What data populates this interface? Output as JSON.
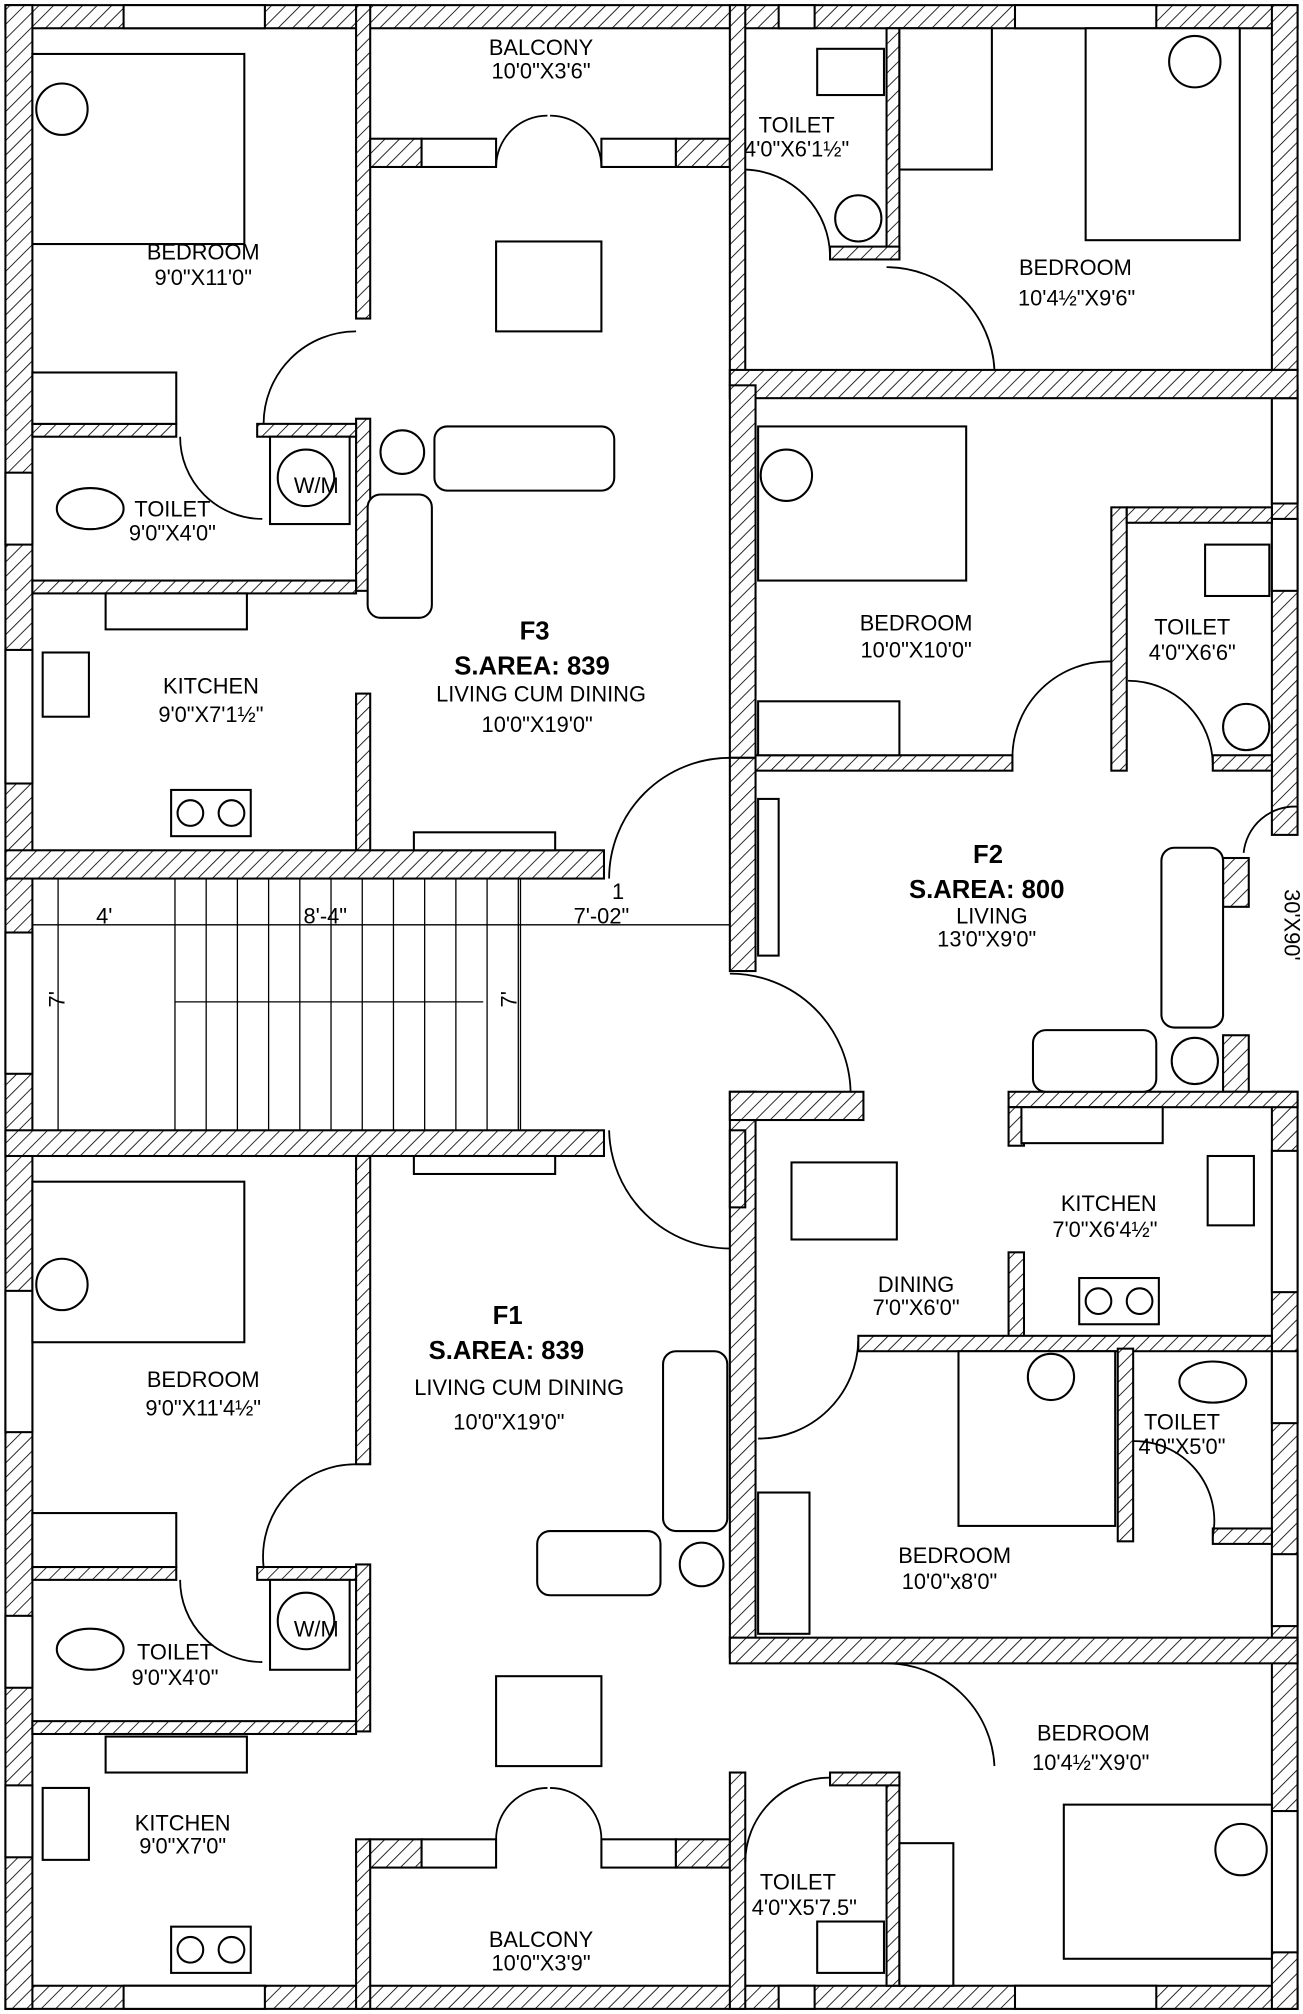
{
  "plot_size": "30'X90'",
  "flats": {
    "f3": {
      "name": "F3",
      "area": "S.AREA: 839",
      "living": {
        "label": "LIVING CUM DINING",
        "size": "10'0\"X19'0\""
      },
      "balcony": {
        "label": "BALCONY",
        "size": "10'0\"X3'6\""
      },
      "bedroom": {
        "label": "BEDROOM",
        "size": "9'0\"X11'0\""
      },
      "toilet": {
        "label": "TOILET",
        "size": "9'0\"X4'0\""
      },
      "kitchen": {
        "label": "KITCHEN",
        "size": "9'0\"X7'1½\""
      },
      "bedroom2": {
        "label": "BEDROOM",
        "size": "10'4½\"X9'6\""
      },
      "toilet2": {
        "label": "TOILET",
        "size": "4'0\"X6'1½\""
      },
      "washer": "W/M"
    },
    "f2": {
      "name": "F2",
      "area": "S.AREA: 800",
      "living": {
        "label": "LIVING",
        "size": "13'0\"X9'0\""
      },
      "bedroom": {
        "label": "BEDROOM",
        "size": "10'0\"X10'0\""
      },
      "toilet": {
        "label": "TOILET",
        "size": "4'0\"X6'6\""
      },
      "kitchen": {
        "label": "KITCHEN",
        "size": "7'0\"X6'4½\""
      },
      "dining": {
        "label": "DINING",
        "size": "7'0\"X6'0\""
      },
      "bedroom2": {
        "label": "BEDROOM",
        "size": "10'0\"x8'0\""
      },
      "toilet2": {
        "label": "TOILET",
        "size": "4'0\"X5'0\""
      }
    },
    "f1": {
      "name": "F1",
      "area": "S.AREA: 839",
      "living": {
        "label": "LIVING CUM DINING",
        "size": "10'0\"X19'0\""
      },
      "balcony": {
        "label": "BALCONY",
        "size": "10'0\"X3'9\""
      },
      "bedroom": {
        "label": "BEDROOM",
        "size": "9'0\"X11'4½\""
      },
      "toilet": {
        "label": "TOILET",
        "size": "9'0\"X4'0\""
      },
      "kitchen": {
        "label": "KITCHEN",
        "size": "9'0\"X7'0\""
      },
      "bedroom2": {
        "label": "BEDROOM",
        "size": "10'4½\"X9'0\""
      },
      "toilet2": {
        "label": "TOILET",
        "size": "4'0\"X5'7.5\""
      },
      "washer": "W/M"
    }
  },
  "staircase": {
    "dim_left": "4'",
    "dim_mid": "8'-4\"",
    "dim_right_num": "1",
    "dim_right": "7'-02\"",
    "height_left": "7'",
    "height_right": "7'"
  }
}
